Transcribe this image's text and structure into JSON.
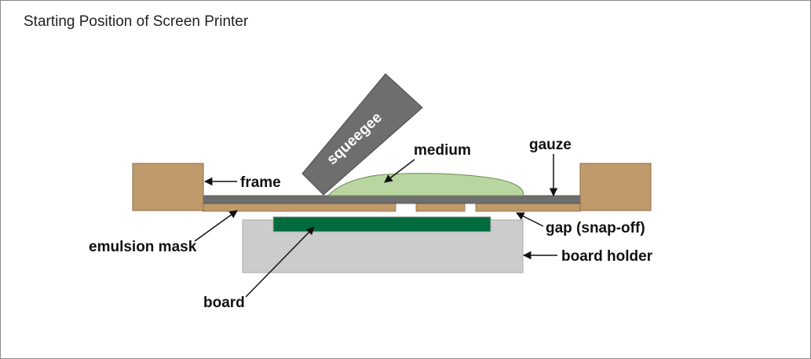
{
  "title": "Starting Position of Screen Printer",
  "labels": {
    "squeegee": "squeegee",
    "medium": "medium",
    "gauze": "gauze",
    "frame": "frame",
    "emulsion_mask": "emulsion mask",
    "gap": "gap (snap-off)",
    "board_holder": "board holder",
    "board": "board"
  },
  "colors": {
    "frame": "#c19a6b",
    "emulsion": "#c19a6b",
    "gauze": "#6e6e6e",
    "squeegee": "#6e6e6e",
    "medium": "#b9d5a0",
    "board": "#006b3c",
    "board_holder": "#cccccc",
    "arrow": "#111111"
  }
}
